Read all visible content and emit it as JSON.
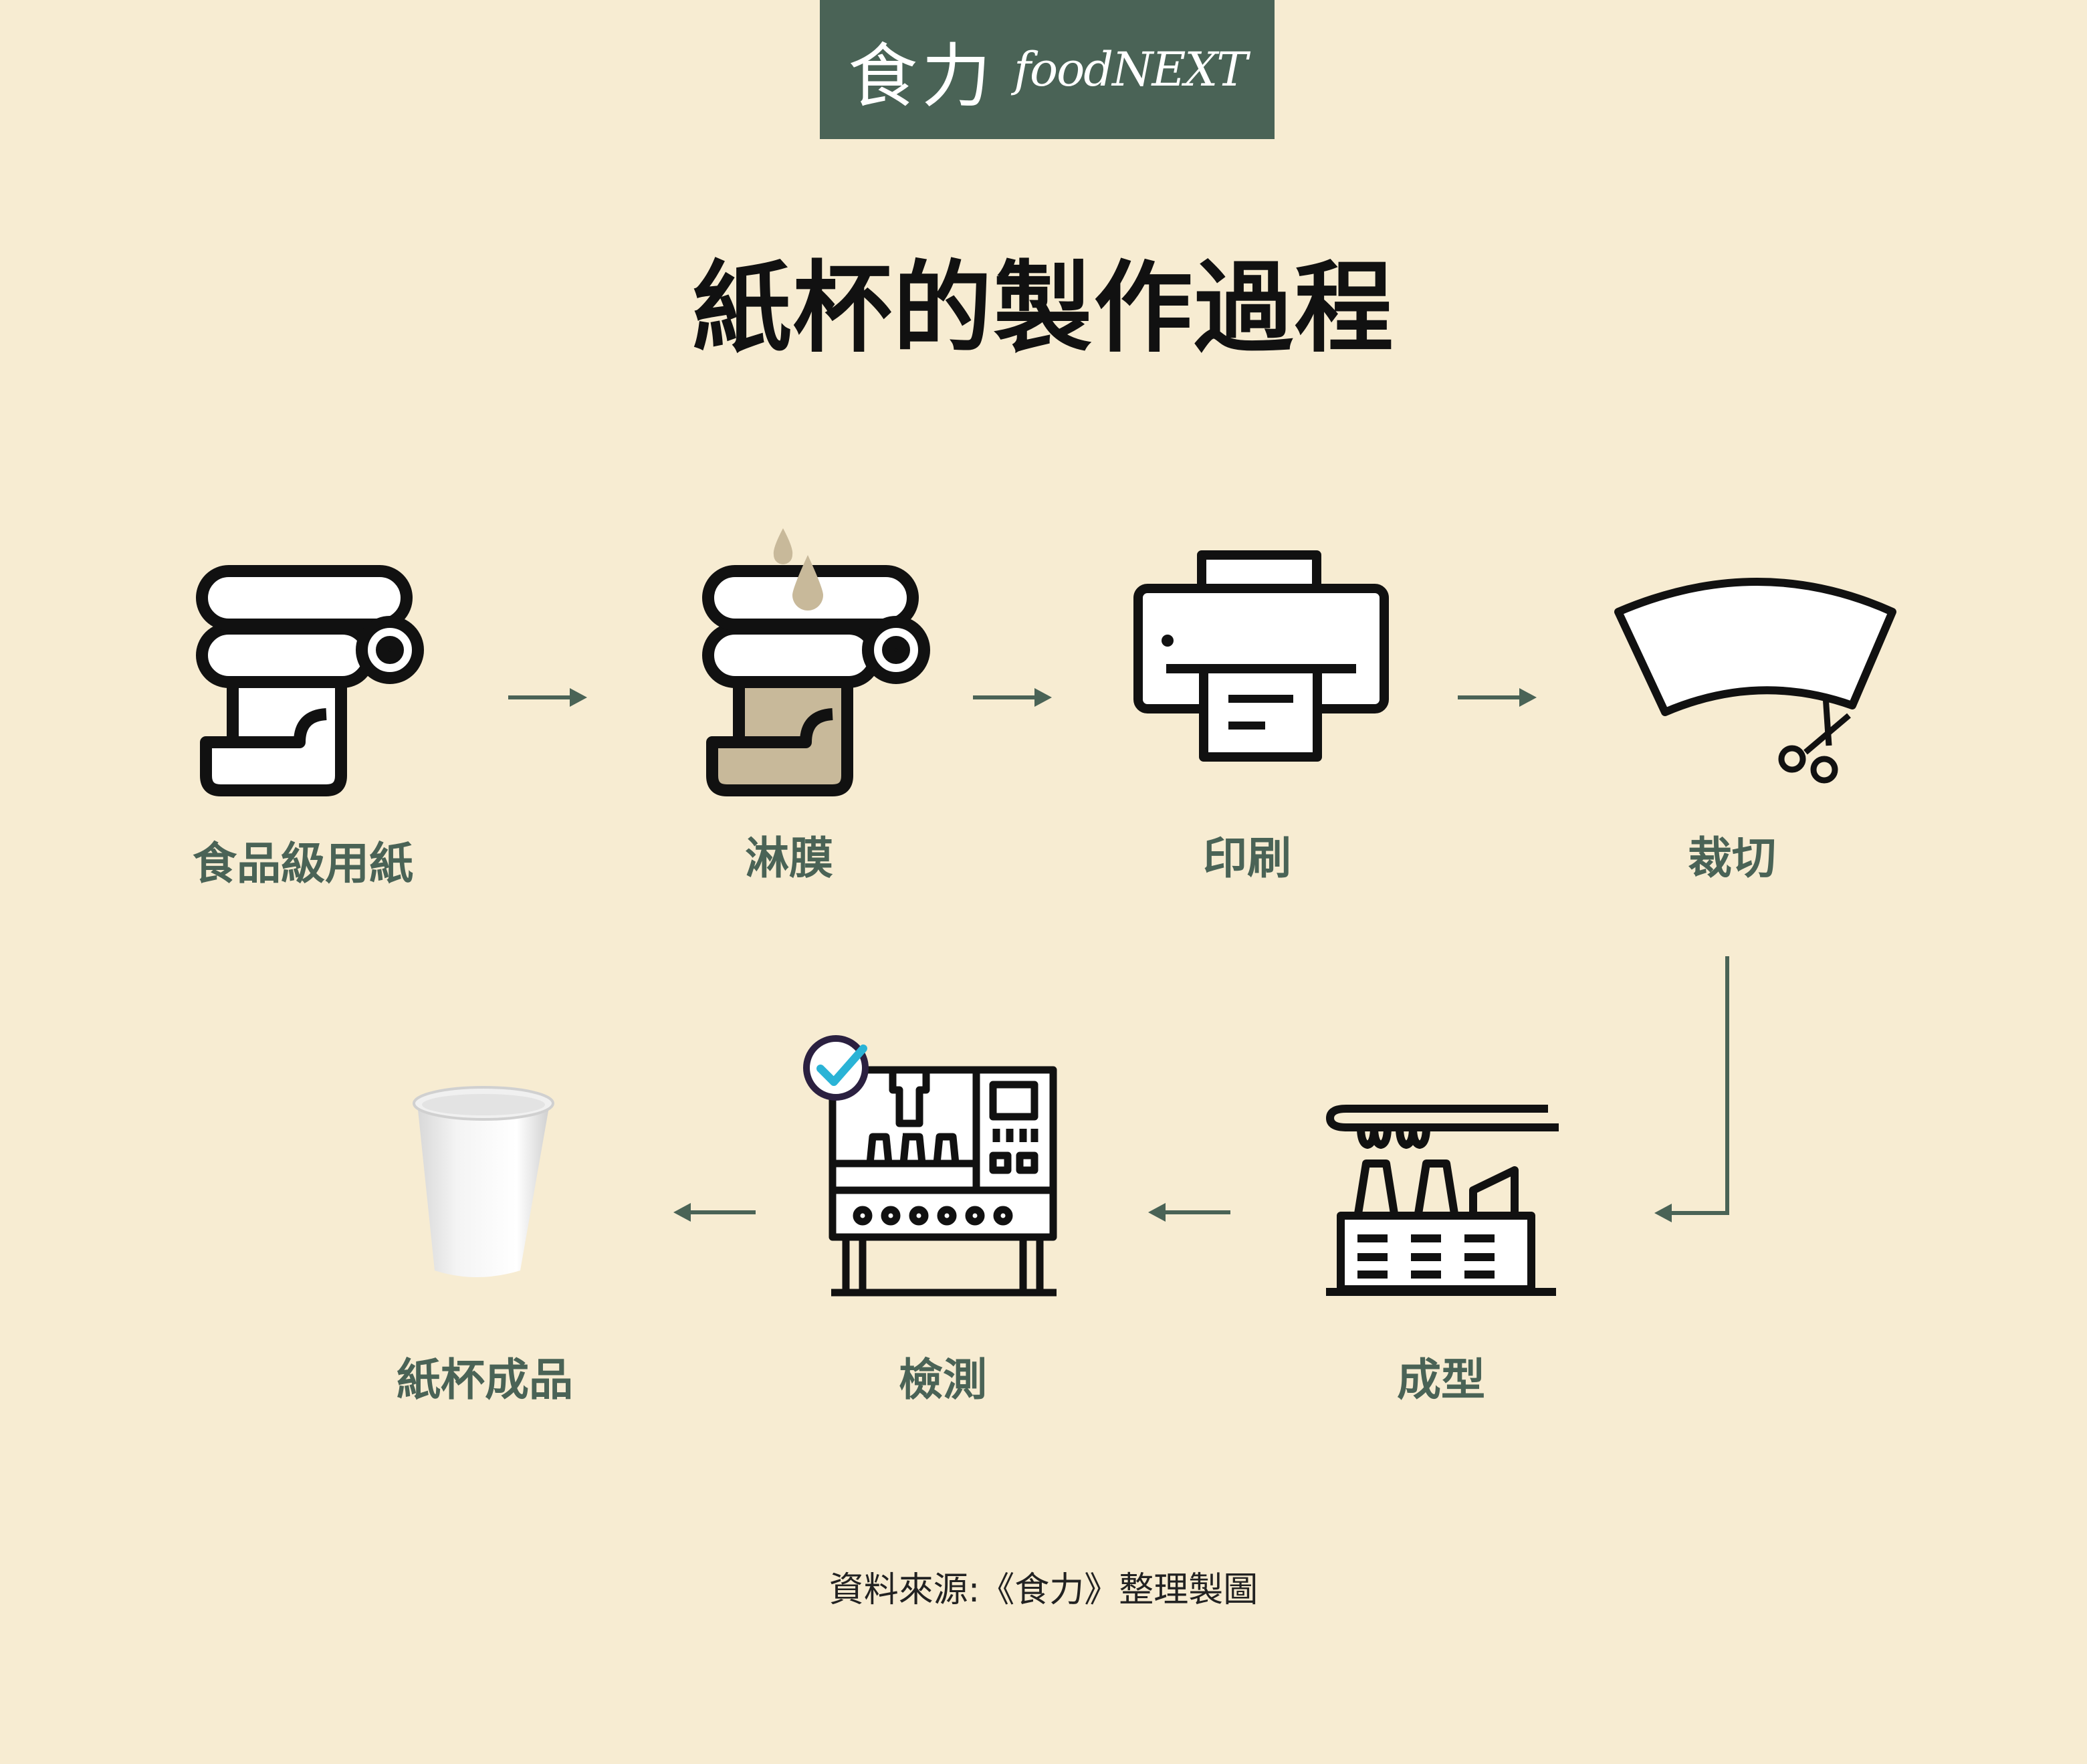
{
  "brand": {
    "name_cn": "食力",
    "name_en": "foodNEXT",
    "color": "#4a6356"
  },
  "title": "紙杯的製作過程",
  "steps": [
    {
      "label": "食品級用紙",
      "icon": "paper-roll-icon"
    },
    {
      "label": "淋膜",
      "icon": "paper-coating-icon"
    },
    {
      "label": "印刷",
      "icon": "printer-icon"
    },
    {
      "label": "裁切",
      "icon": "cutting-icon"
    },
    {
      "label": "成型",
      "icon": "forming-machine-icon"
    },
    {
      "label": "檢測",
      "icon": "inspection-machine-icon"
    },
    {
      "label": "紙杯成品",
      "icon": "paper-cup-icon"
    }
  ],
  "source": "資料來源:《食力》整理製圖",
  "colors": {
    "background": "#f7ecd2",
    "accent": "#4a6356",
    "coating": "#c8b99a",
    "check": "#2ab3d6"
  }
}
